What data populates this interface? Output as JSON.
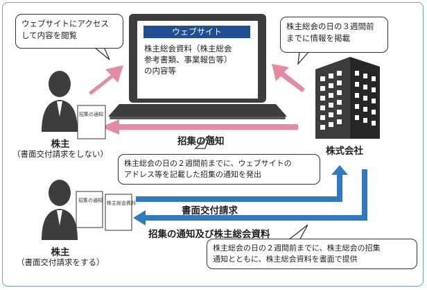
{
  "bubbles": {
    "website_access": [
      "ウェブサイトにアクセス",
      "して内容を閲覧"
    ],
    "three_weeks": [
      "株主総会の日の３週間前",
      "までに情報を掲載"
    ],
    "notice_dispatch": [
      "株主総会の日の２週間前までに、ウェブサイトの",
      "アドレス等を記載した招集の通知を発出"
    ],
    "paper_provide": [
      "株主総会の日の２週間前までに、株主総会の招集",
      "通知とともに、株主総会資料を書面で提供"
    ]
  },
  "laptop": {
    "screen_title": "ウェブサイト",
    "screen_text": [
      "株主総会資料（株主総会",
      "参考書類、事業報告等）",
      "の内容等"
    ]
  },
  "labels": {
    "notice": "招集の通知",
    "company": "株式会社",
    "shareholder_top_title": "株主",
    "shareholder_top_sub": "（書面交付請求をしない）",
    "shareholder_bottom_title": "株主",
    "shareholder_bottom_sub": "（書面交付請求をする）",
    "paper_request": "書面交付請求",
    "notice_and_materials": "招集の通知及び株主総会資料"
  },
  "documents": {
    "doc_top": "招集の通知",
    "doc_bottom_1": "招集の通知",
    "doc_bottom_2": "株主総会資料"
  },
  "colors": {
    "frame": "#6f9fc6",
    "pink_arrow": "#e58aa0",
    "blue_arrow": "#2e7bbf",
    "screen_title_bg": "#1f4e93",
    "icon_dark": "#3d3d3d"
  }
}
